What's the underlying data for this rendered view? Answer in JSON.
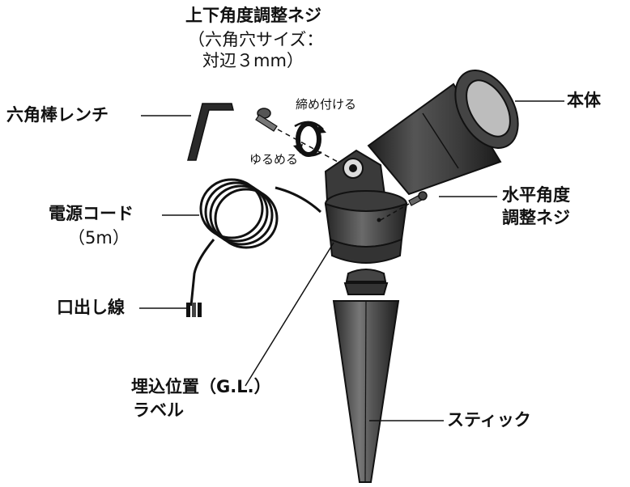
{
  "labels": {
    "tilt_screw_title": "上下角度調整ネジ",
    "tilt_screw_note_line1": "（六角穴サイズ：",
    "tilt_screw_note_line2": "対辺３mm）",
    "hex_wrench": "六角棒レンチ",
    "tighten": "締め付ける",
    "loosen": "ゆるめる",
    "body": "本体",
    "pan_screw_line1": "水平角度",
    "pan_screw_line2": "調整ネジ",
    "power_cord": "電源コード",
    "power_cord_length": "（5m）",
    "wire_ends": "口出し線",
    "ground_label_line1": "埋込位置（G.L.）",
    "ground_label_line2": "ラベル",
    "stick": "スティック"
  },
  "colors": {
    "line": "#111111",
    "label_text": "#111111",
    "body_dark": "#2b2b2b",
    "body_mid": "#4a4a4a"
  }
}
